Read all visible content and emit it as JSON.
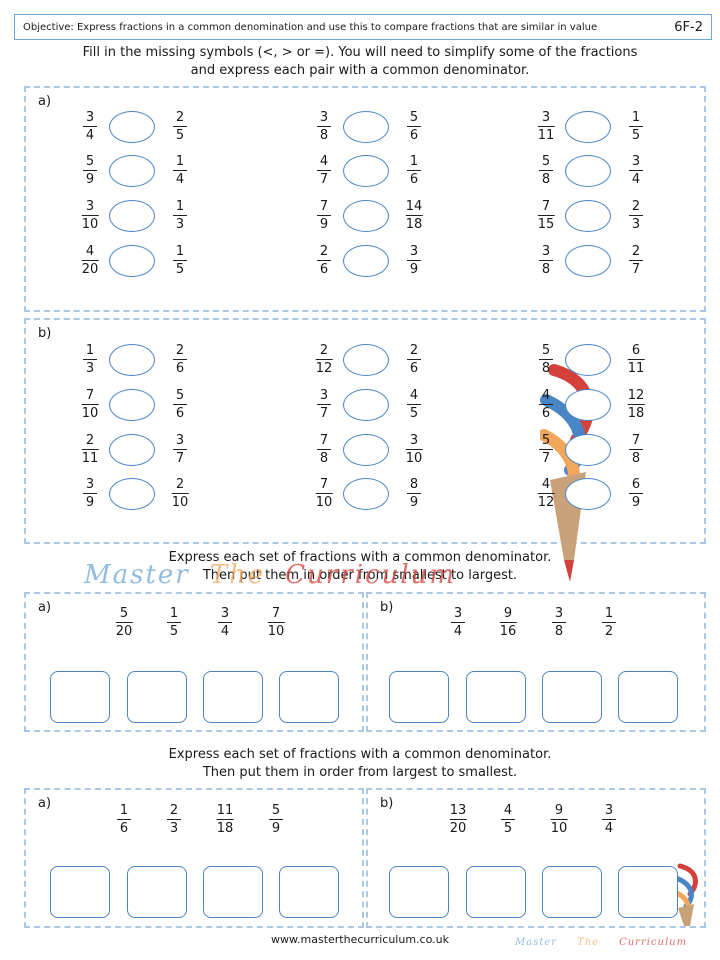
{
  "header": {
    "objective": "Objective:  Express fractions in a common denomination and use this to compare fractions that are similar in value",
    "code": "6F-2"
  },
  "instructions": {
    "compare_line1": "Fill in the missing symbols (<, > or =). You will need to simplify some of the fractions",
    "compare_line2": "and express each pair with a common denominator.",
    "order_small_line1": "Express each set of fractions with a common denominator.",
    "order_small_line2": "Then put them in order from smallest to largest.",
    "order_large_line1": "Express each set of fractions with a common denominator.",
    "order_large_line2": "Then put them in order from largest to smallest."
  },
  "labels": {
    "a": "a)",
    "b": "b)"
  },
  "compare_a": [
    [
      [
        "3",
        "4"
      ],
      [
        "2",
        "5"
      ]
    ],
    [
      [
        "3",
        "8"
      ],
      [
        "5",
        "6"
      ]
    ],
    [
      [
        "3",
        "11"
      ],
      [
        "1",
        "5"
      ]
    ],
    [
      [
        "5",
        "9"
      ],
      [
        "1",
        "4"
      ]
    ],
    [
      [
        "4",
        "7"
      ],
      [
        "1",
        "6"
      ]
    ],
    [
      [
        "5",
        "8"
      ],
      [
        "3",
        "4"
      ]
    ],
    [
      [
        "3",
        "10"
      ],
      [
        "1",
        "3"
      ]
    ],
    [
      [
        "7",
        "9"
      ],
      [
        "14",
        "18"
      ]
    ],
    [
      [
        "7",
        "15"
      ],
      [
        "2",
        "3"
      ]
    ],
    [
      [
        "4",
        "20"
      ],
      [
        "1",
        "5"
      ]
    ],
    [
      [
        "2",
        "6"
      ],
      [
        "3",
        "9"
      ]
    ],
    [
      [
        "3",
        "8"
      ],
      [
        "2",
        "7"
      ]
    ]
  ],
  "compare_b": [
    [
      [
        "1",
        "3"
      ],
      [
        "2",
        "6"
      ]
    ],
    [
      [
        "2",
        "12"
      ],
      [
        "2",
        "6"
      ]
    ],
    [
      [
        "5",
        "8"
      ],
      [
        "6",
        "11"
      ]
    ],
    [
      [
        "7",
        "10"
      ],
      [
        "5",
        "6"
      ]
    ],
    [
      [
        "3",
        "7"
      ],
      [
        "4",
        "5"
      ]
    ],
    [
      [
        "4",
        "6"
      ],
      [
        "12",
        "18"
      ]
    ],
    [
      [
        "2",
        "11"
      ],
      [
        "3",
        "7"
      ]
    ],
    [
      [
        "7",
        "8"
      ],
      [
        "3",
        "10"
      ]
    ],
    [
      [
        "5",
        "7"
      ],
      [
        "7",
        "8"
      ]
    ],
    [
      [
        "3",
        "9"
      ],
      [
        "2",
        "10"
      ]
    ],
    [
      [
        "7",
        "10"
      ],
      [
        "8",
        "9"
      ]
    ],
    [
      [
        "4",
        "12"
      ],
      [
        "6",
        "9"
      ]
    ]
  ],
  "order_small": {
    "a": [
      [
        "5",
        "20"
      ],
      [
        "1",
        "5"
      ],
      [
        "3",
        "4"
      ],
      [
        "7",
        "10"
      ]
    ],
    "b": [
      [
        "3",
        "4"
      ],
      [
        "9",
        "16"
      ],
      [
        "3",
        "8"
      ],
      [
        "1",
        "2"
      ]
    ]
  },
  "order_large": {
    "a": [
      [
        "1",
        "6"
      ],
      [
        "2",
        "3"
      ],
      [
        "11",
        "18"
      ],
      [
        "5",
        "9"
      ]
    ],
    "b": [
      [
        "13",
        "20"
      ],
      [
        "4",
        "5"
      ],
      [
        "9",
        "10"
      ],
      [
        "3",
        "4"
      ]
    ]
  },
  "watermark": [
    "Master",
    "The",
    "Curriculum"
  ],
  "footer": "www.masterthecurriculum.co.uk",
  "colors": {
    "accent": "#4a86c5",
    "dash": "#a9c9e6",
    "header_border": "#6ea8d8"
  },
  "icons": [
    "pencil-logo-icon"
  ]
}
